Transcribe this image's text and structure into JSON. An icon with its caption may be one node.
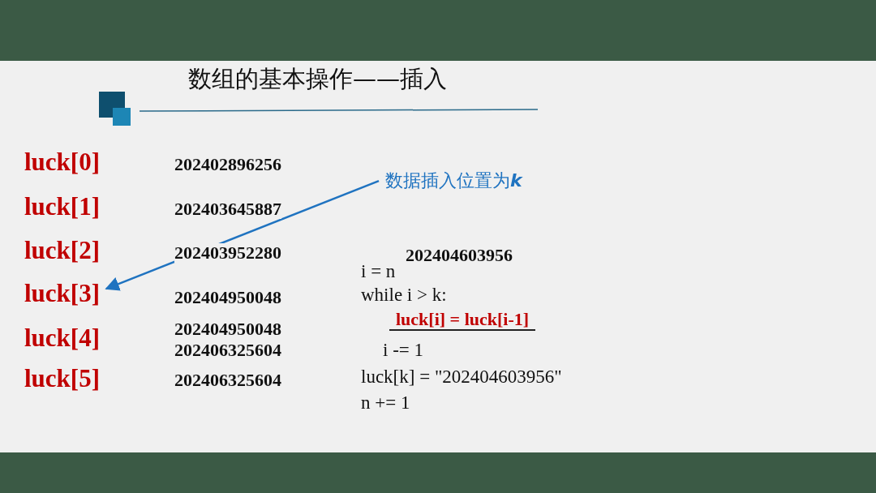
{
  "diagram": {
    "title": "数组的基本操作——插入",
    "nodes": [
      {
        "text": [
          "数据插入位置为**k**"
        ]
      },
      {
        "text": [
          "luck[3]"
        ]
      }
    ],
    "edges": [
      {
        "from": 0,
        "to": 1,
        "arrow": "to",
        "color": "#1f73c0"
      }
    ],
    "labels": [
      "luck[0]",
      "202402896256",
      "luck[1]",
      "202403645887",
      "luck[2]",
      "202403952280",
      "202404603956",
      "i = n",
      "202404950048",
      "while i > k:",
      "luck[i] = luck[i-1]",
      "luck[4]",
      "202404950048",
      "202406325604",
      "i -= 1",
      "luck[5]",
      "202406325604",
      "luck[k] = \"202404603956\"",
      "n += 1"
    ]
  }
}
